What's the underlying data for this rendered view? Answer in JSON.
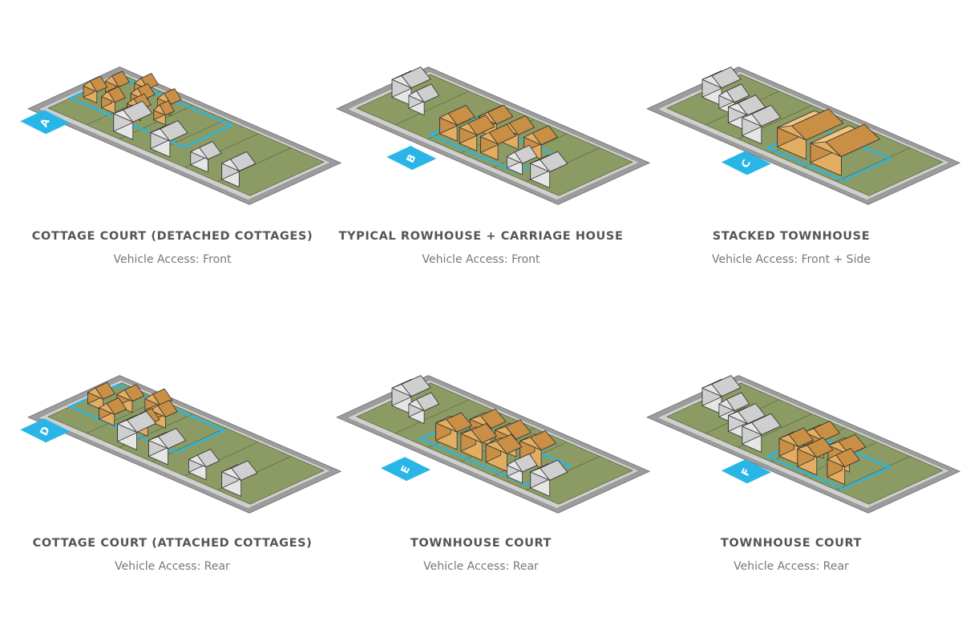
{
  "colors": {
    "accent": "#29b6e6",
    "lot": "#8b9b63",
    "road": "#9c9c9c",
    "sidewalk": "#cfcfcf",
    "wood": "#f2c483",
    "house": "#ffffff",
    "title_text": "#555555",
    "subtitle_text": "#777777"
  },
  "panels": [
    {
      "id": "panel-a",
      "label": "A",
      "title": "COTTAGE COURT (DETACHED COTTAGES)",
      "access": "Vehicle Access: Front"
    },
    {
      "id": "panel-b",
      "label": "B",
      "title": "TYPICAL ROWHOUSE + CARRIAGE HOUSE",
      "access": "Vehicle Access: Front"
    },
    {
      "id": "panel-c",
      "label": "C",
      "title": "STACKED TOWNHOUSE",
      "access": "Vehicle Access: Front + Side"
    },
    {
      "id": "panel-d",
      "label": "D",
      "title": "COTTAGE COURT (ATTACHED COTTAGES)",
      "access": "Vehicle Access: Rear"
    },
    {
      "id": "panel-e",
      "label": "E",
      "title": "TOWNHOUSE COURT",
      "access": "Vehicle Access: Rear"
    },
    {
      "id": "panel-f",
      "label": "F",
      "title": "TOWNHOUSE COURT",
      "access": "Vehicle Access: Rear"
    }
  ]
}
